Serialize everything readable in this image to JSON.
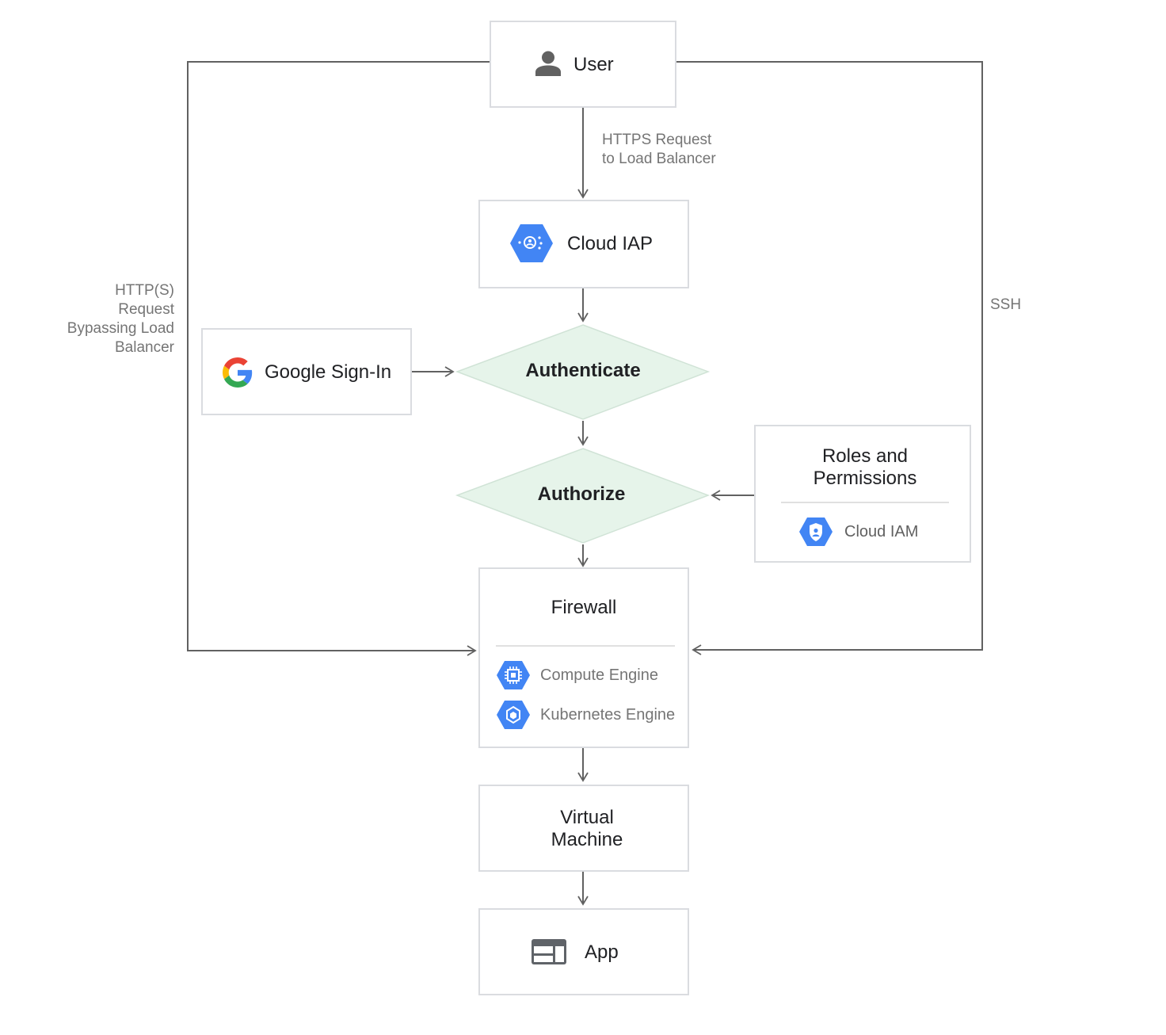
{
  "nodes": {
    "user": {
      "label": "User"
    },
    "cloud_iap": {
      "label": "Cloud IAP"
    },
    "google_signin": {
      "label": "Google Sign-In"
    },
    "authenticate": {
      "label": "Authenticate"
    },
    "authorize": {
      "label": "Authorize"
    },
    "roles": {
      "line1": "Roles and",
      "line2": "Permissions",
      "service": "Cloud IAM"
    },
    "firewall": {
      "label": "Firewall",
      "service1": "Compute Engine",
      "service2": "Kubernetes Engine"
    },
    "vm": {
      "line1": "Virtual",
      "line2": "Machine"
    },
    "app": {
      "label": "App"
    }
  },
  "edges": {
    "https_line1": "HTTPS Request",
    "https_line2": "to Load Balancer",
    "bypass_line1": "HTTP(S)",
    "bypass_line2": "Request",
    "bypass_line3": "Bypassing Load",
    "bypass_line4": "Balancer",
    "ssh": "SSH"
  },
  "colors": {
    "box_border": "#dadce0",
    "line": "#616161",
    "diamond_fill": "#e6f4ea",
    "gcp_blue": "#4285f4",
    "label_gray": "#757575"
  },
  "icons": {
    "user": "person-icon",
    "cloud_iap": "cloud-iap-icon",
    "google": "google-g-icon",
    "cloud_iam": "cloud-iam-icon",
    "compute": "compute-engine-icon",
    "kubernetes": "kubernetes-engine-icon",
    "app": "app-window-icon"
  }
}
